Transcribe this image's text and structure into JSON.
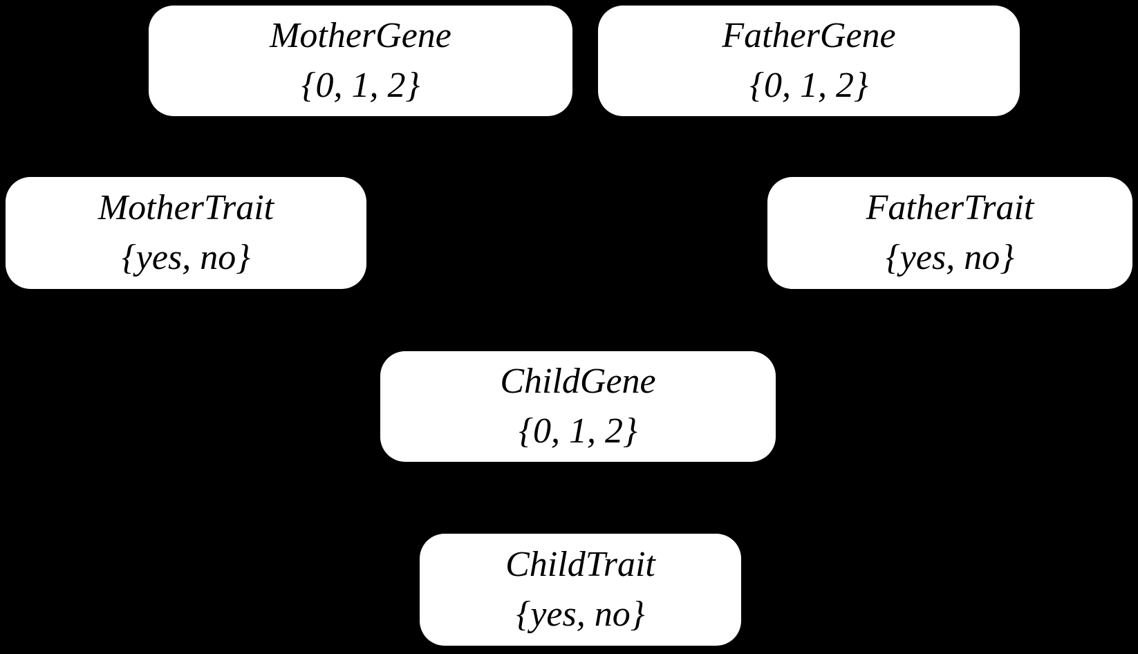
{
  "diagram": {
    "colors": {
      "background": "#000000",
      "node_fill": "#ffffff",
      "node_text": "#000000"
    },
    "nodes": [
      {
        "name": "MotherGene",
        "values": "{0, 1, 2}"
      },
      {
        "name": "FatherGene",
        "values": "{0, 1, 2}"
      },
      {
        "name": "MotherTrait",
        "values": "{yes, no}"
      },
      {
        "name": "FatherTrait",
        "values": "{yes, no}"
      },
      {
        "name": "ChildGene",
        "values": "{0, 1, 2}"
      },
      {
        "name": "ChildTrait",
        "values": "{yes, no}"
      }
    ]
  }
}
